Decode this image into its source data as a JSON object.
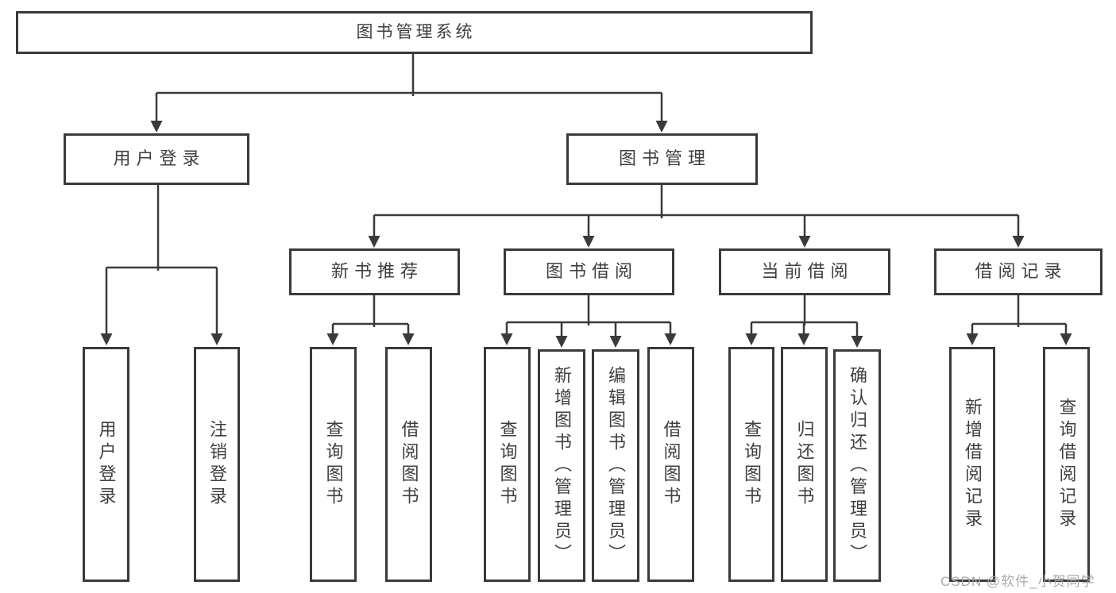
{
  "tree": {
    "root": {
      "label": "图书管理系统"
    },
    "branches": [
      {
        "label": "用户登录",
        "children": [
          {
            "label": "用户登录"
          },
          {
            "label": "注销登录"
          }
        ]
      },
      {
        "label": "图书管理",
        "children": [
          {
            "label": "新书推荐",
            "children": [
              {
                "label": "查询图书"
              },
              {
                "label": "借阅图书"
              }
            ]
          },
          {
            "label": "图书借阅",
            "children": [
              {
                "label": "查询图书"
              },
              {
                "label": "新增图书（管理员）"
              },
              {
                "label": "编辑图书（管理员）"
              },
              {
                "label": "借阅图书"
              }
            ]
          },
          {
            "label": "当前借阅",
            "children": [
              {
                "label": "查询图书"
              },
              {
                "label": "归还图书"
              },
              {
                "label": "确认归还（管理员）"
              }
            ]
          },
          {
            "label": "借阅记录",
            "children": [
              {
                "label": "新增借阅记录"
              },
              {
                "label": "查询借阅记录"
              }
            ]
          }
        ]
      }
    ]
  },
  "watermark": {
    "text": "CSDN @软件_小贺同学"
  },
  "colors": {
    "line": "#3a3a3a",
    "text": "#3f3f3f",
    "watermark": "#a6a6a6",
    "background": "#ffffff"
  }
}
